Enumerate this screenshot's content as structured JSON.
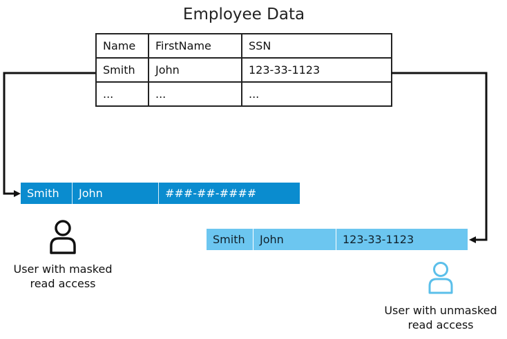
{
  "title": "Employee Data",
  "table": {
    "headers": [
      "Name",
      "FirstName",
      "SSN"
    ],
    "rows": [
      [
        "Smith",
        "John",
        "123-33-1123"
      ],
      [
        "...",
        "...",
        "..."
      ]
    ]
  },
  "masked_view": {
    "cells": [
      "Smith",
      "John",
      "###-##-####"
    ],
    "user_label_line1": "User with masked",
    "user_label_line2": "read access",
    "color": "#0a8ccf",
    "icon": "user-icon"
  },
  "unmasked_view": {
    "cells": [
      "Smith",
      "John",
      "123-33-1123"
    ],
    "user_label_line1": "User with unmasked",
    "user_label_line2": "read access",
    "color": "#6cc6f0",
    "icon": "user-icon"
  }
}
